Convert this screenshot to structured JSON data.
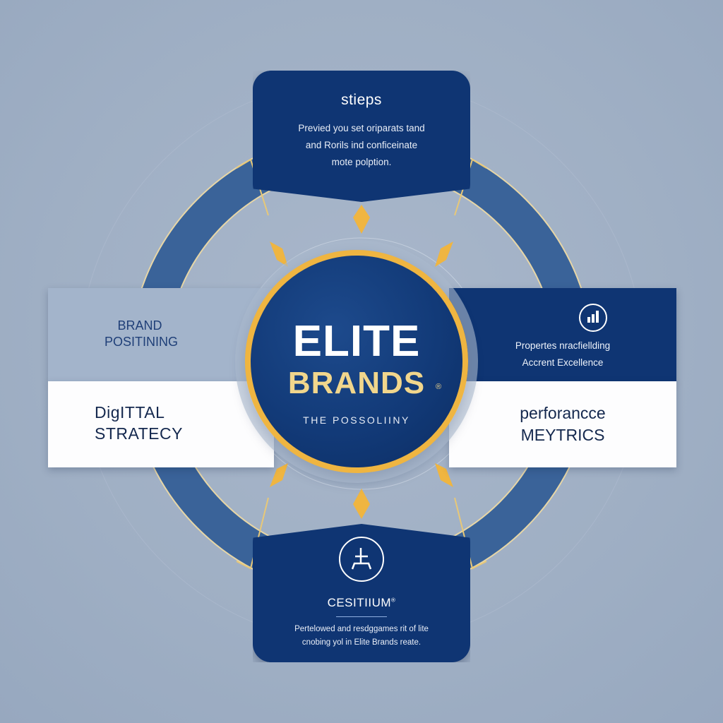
{
  "colors": {
    "background": "#a3b2c7",
    "navy": "#0f3573",
    "ring_blue": "#3a6399",
    "gold": "#efb541",
    "cream_text": "#f1d68c",
    "white": "#fdfdfe"
  },
  "center": {
    "title_line1": "ELITE",
    "title_line2": "BRANDS",
    "registered_mark": "®",
    "tagline": "THE POSSOLIINY"
  },
  "top_card": {
    "title": "stieps",
    "body_lines": [
      "Previed you set oriparats tand",
      "and Rorils ind conficeinate",
      "mote polption."
    ]
  },
  "left_panel": {
    "top_label_lines": [
      "BRAND",
      "POSITINING"
    ],
    "bottom_label_lines": [
      "DigITTAL",
      "STRATECY"
    ]
  },
  "right_panel": {
    "icon": "bar-chart-icon",
    "top_text_lines": [
      "Propertes nracfiellding",
      "Accrent Excellence"
    ],
    "bottom_label_lines": [
      "perforancce",
      "MEYTRICS"
    ]
  },
  "bottom_card": {
    "icon": "pillar-monument-icon",
    "title": "CESITIIUM",
    "title_mark": "®",
    "body_lines": [
      "Pertelowed and resdggames rit of lite",
      "cnobing yol in Elite Brands reate."
    ]
  }
}
